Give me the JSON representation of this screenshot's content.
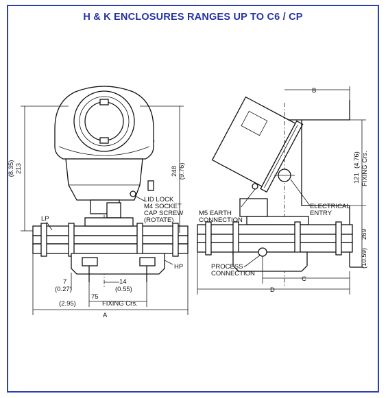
{
  "title": "H & K ENCLOSURES RANGES UP TO C6 / CP",
  "front_view": {
    "height_total": "213",
    "height_total_in": "(8.35)",
    "height_right": "248",
    "height_right_in": "(9.76)",
    "lid_lock": [
      "LID LOCK",
      "M4 SOCKET",
      "CAP SCREW",
      "(ROTATE)"
    ],
    "lp": "LP",
    "hp": "HP",
    "dim_7": "7",
    "dim_7_in": "(0.27)",
    "dim_14": "14",
    "dim_14_in": "(0.55)",
    "dim_75": "75",
    "dim_75_in": "(2.95)",
    "fixing": "FIXING Crs.",
    "dim_a": "A"
  },
  "side_view": {
    "dim_b": "B",
    "dim_121": "121",
    "dim_121_in": "(4.76)",
    "fixing_v": "FIXING Crs.",
    "dim_269": "269",
    "dim_269_in": "(10.59)",
    "earth": [
      "M5 EARTH",
      "CONNECTION"
    ],
    "electrical": [
      "ELECTRICAL",
      "ENTRY"
    ],
    "process": [
      "PROCESS",
      "CONNECTION"
    ],
    "dim_c": "C",
    "dim_d": "D"
  }
}
